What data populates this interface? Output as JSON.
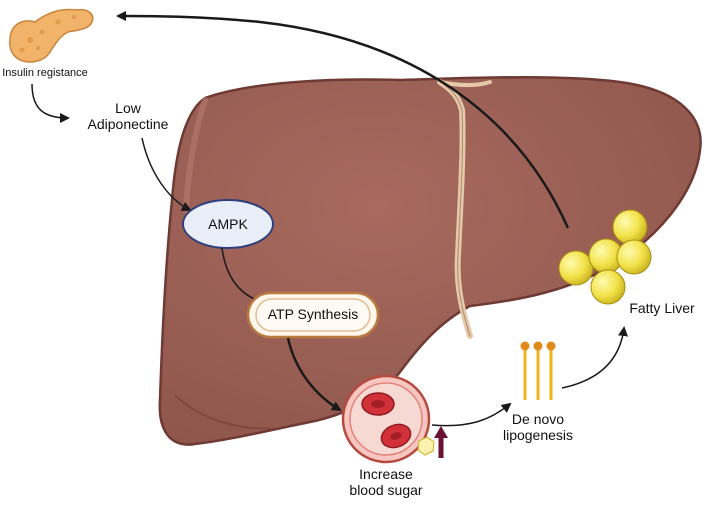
{
  "labels": {
    "insulin": "Insulin registance",
    "adiponectine_1": "Low",
    "adiponectine_2": "Adiponectine",
    "ampk": "AMPK",
    "atp": "ATP Synthesis",
    "blood_sugar_1": "Increase",
    "blood_sugar_2": "blood sugar",
    "lipogenesis_1": "De novo",
    "lipogenesis_2": "lipogenesis",
    "fatty_liver": "Fatty Liver"
  },
  "icons": [
    "pancreas-icon",
    "liver-illustration",
    "mitochondrion-icon",
    "blood-vessel-icon",
    "fatty-acid-icon",
    "fat-droplets-icon"
  ],
  "colors": {
    "liver": "#9a5f55",
    "liver_dark": "#6e3a33",
    "ligament": "#e6c9a8",
    "pancreas": "#f1b36a",
    "ampk_fill": "#e9eef9",
    "ampk_stroke": "#2d3f7c",
    "fat": "#f2e24a",
    "blood": "#d3313a",
    "arrow": "#1a1a1a",
    "fatty_acid": "#f0b41a"
  }
}
